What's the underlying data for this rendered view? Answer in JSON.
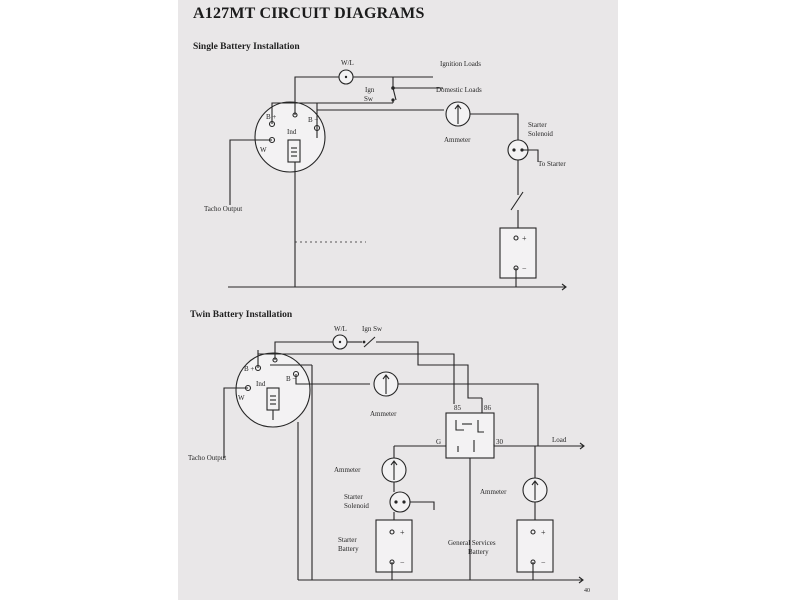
{
  "title": "A127MT CIRCUIT DIAGRAMS",
  "single": {
    "heading": "Single Battery Installation",
    "wl": "W/L",
    "ignition_loads": "Ignition Loads",
    "domestic_loads": "Domestic Loads",
    "ign_sw_1": "Ign",
    "ign_sw_2": "Sw",
    "alt_bplus": "B +",
    "alt_bminus": "B −",
    "alt_ind": "Ind",
    "alt_w": "W",
    "ammeter": "Ammeter",
    "starter_solenoid_1": "Starter",
    "starter_solenoid_2": "Solenoid",
    "to_starter": "To Starter",
    "tacho_output": "Tacho Output",
    "battery_plus": "+",
    "battery_minus": "−"
  },
  "twin": {
    "heading": "Twin Battery Installation",
    "wl": "W/L",
    "ign_sw": "Ign Sw",
    "alt_bplus": "B +",
    "alt_bminus": "B −",
    "alt_ind": "Ind",
    "alt_w": "W",
    "ammeter_main": "Ammeter",
    "relay_85": "85",
    "relay_86": "86",
    "relay_g": "G",
    "relay_30": "30",
    "load": "Load",
    "ammeter_starter": "Ammeter",
    "ammeter_general": "Ammeter",
    "starter_solenoid_1": "Starter",
    "starter_solenoid_2": "Solenoid",
    "starter_battery_1": "Starter",
    "starter_battery_2": "Battery",
    "general_battery_1": "General Services",
    "general_battery_2": "Battery",
    "tacho_output": "Tacho Output",
    "battery_plus": "+",
    "battery_minus": "−"
  },
  "page_number": "40"
}
